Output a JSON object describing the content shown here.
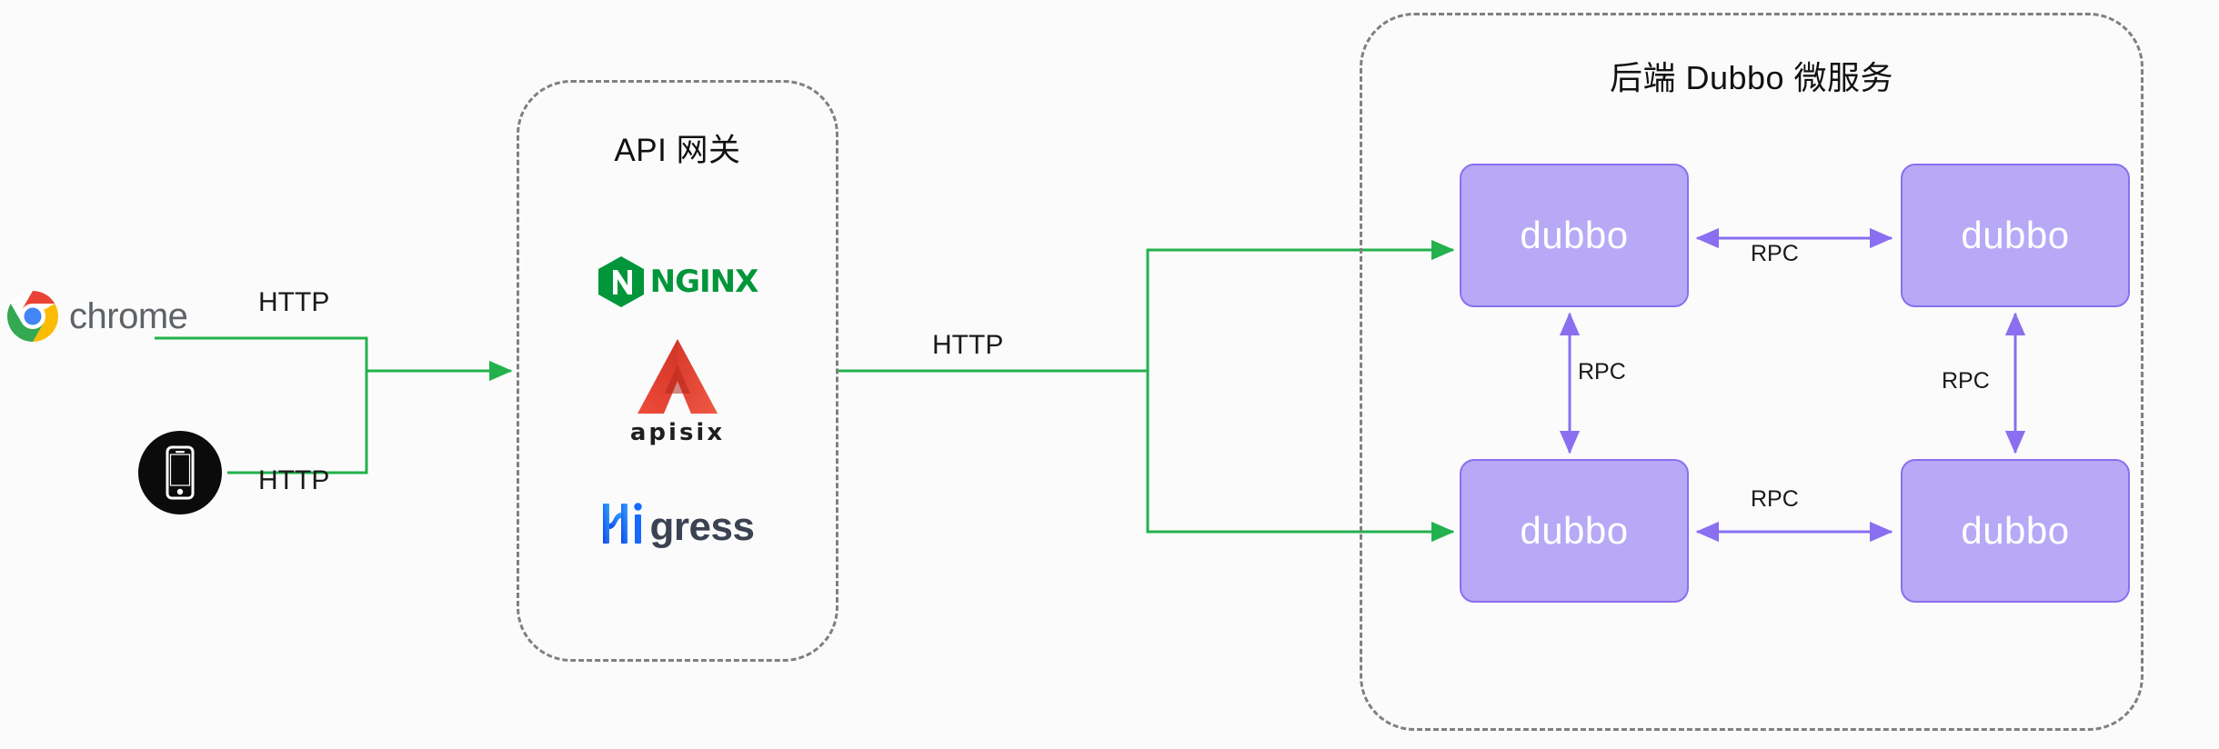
{
  "diagram": {
    "title": "API Gateway to Dubbo Microservices Architecture",
    "background": "#fbfbfb"
  },
  "clients": {
    "chrome": {
      "label": "chrome",
      "icon": "chrome-logo-icon"
    },
    "mobile": {
      "label": "",
      "icon": "mobile-phone-icon"
    }
  },
  "gateway": {
    "title": "API 网关",
    "logos": [
      {
        "name": "nginx",
        "text": "NGINX",
        "color": "#009639",
        "icon": "nginx-hexagon-icon"
      },
      {
        "name": "apisix",
        "text": "apisix",
        "color": "#e8412c",
        "icon": "apisix-chevron-icon"
      },
      {
        "name": "higress",
        "text_accent": "Hi",
        "text_rest": "gress",
        "accent_color": "#1668ff",
        "rest_color": "#3b4252",
        "icon": "higress-logo-icon"
      }
    ]
  },
  "backend": {
    "title": "后端 Dubbo 微服务",
    "nodes": [
      {
        "id": "dubbo-tl",
        "label": "dubbo"
      },
      {
        "id": "dubbo-tr",
        "label": "dubbo"
      },
      {
        "id": "dubbo-bl",
        "label": "dubbo"
      },
      {
        "id": "dubbo-br",
        "label": "dubbo"
      }
    ]
  },
  "edges": {
    "http_chrome": "HTTP",
    "http_mobile": "HTTP",
    "http_gateway_to_backend": "HTTP",
    "rpc_top": "RPC",
    "rpc_bottom": "RPC",
    "rpc_left": "RPC",
    "rpc_right": "RPC"
  },
  "colors": {
    "http_arrow": "#22b14c",
    "rpc_arrow": "#8a6ff0",
    "node_fill": "#b8a9f6",
    "node_border": "#8a6ff0",
    "region_border": "#808080",
    "node_text": "#ffffff"
  }
}
